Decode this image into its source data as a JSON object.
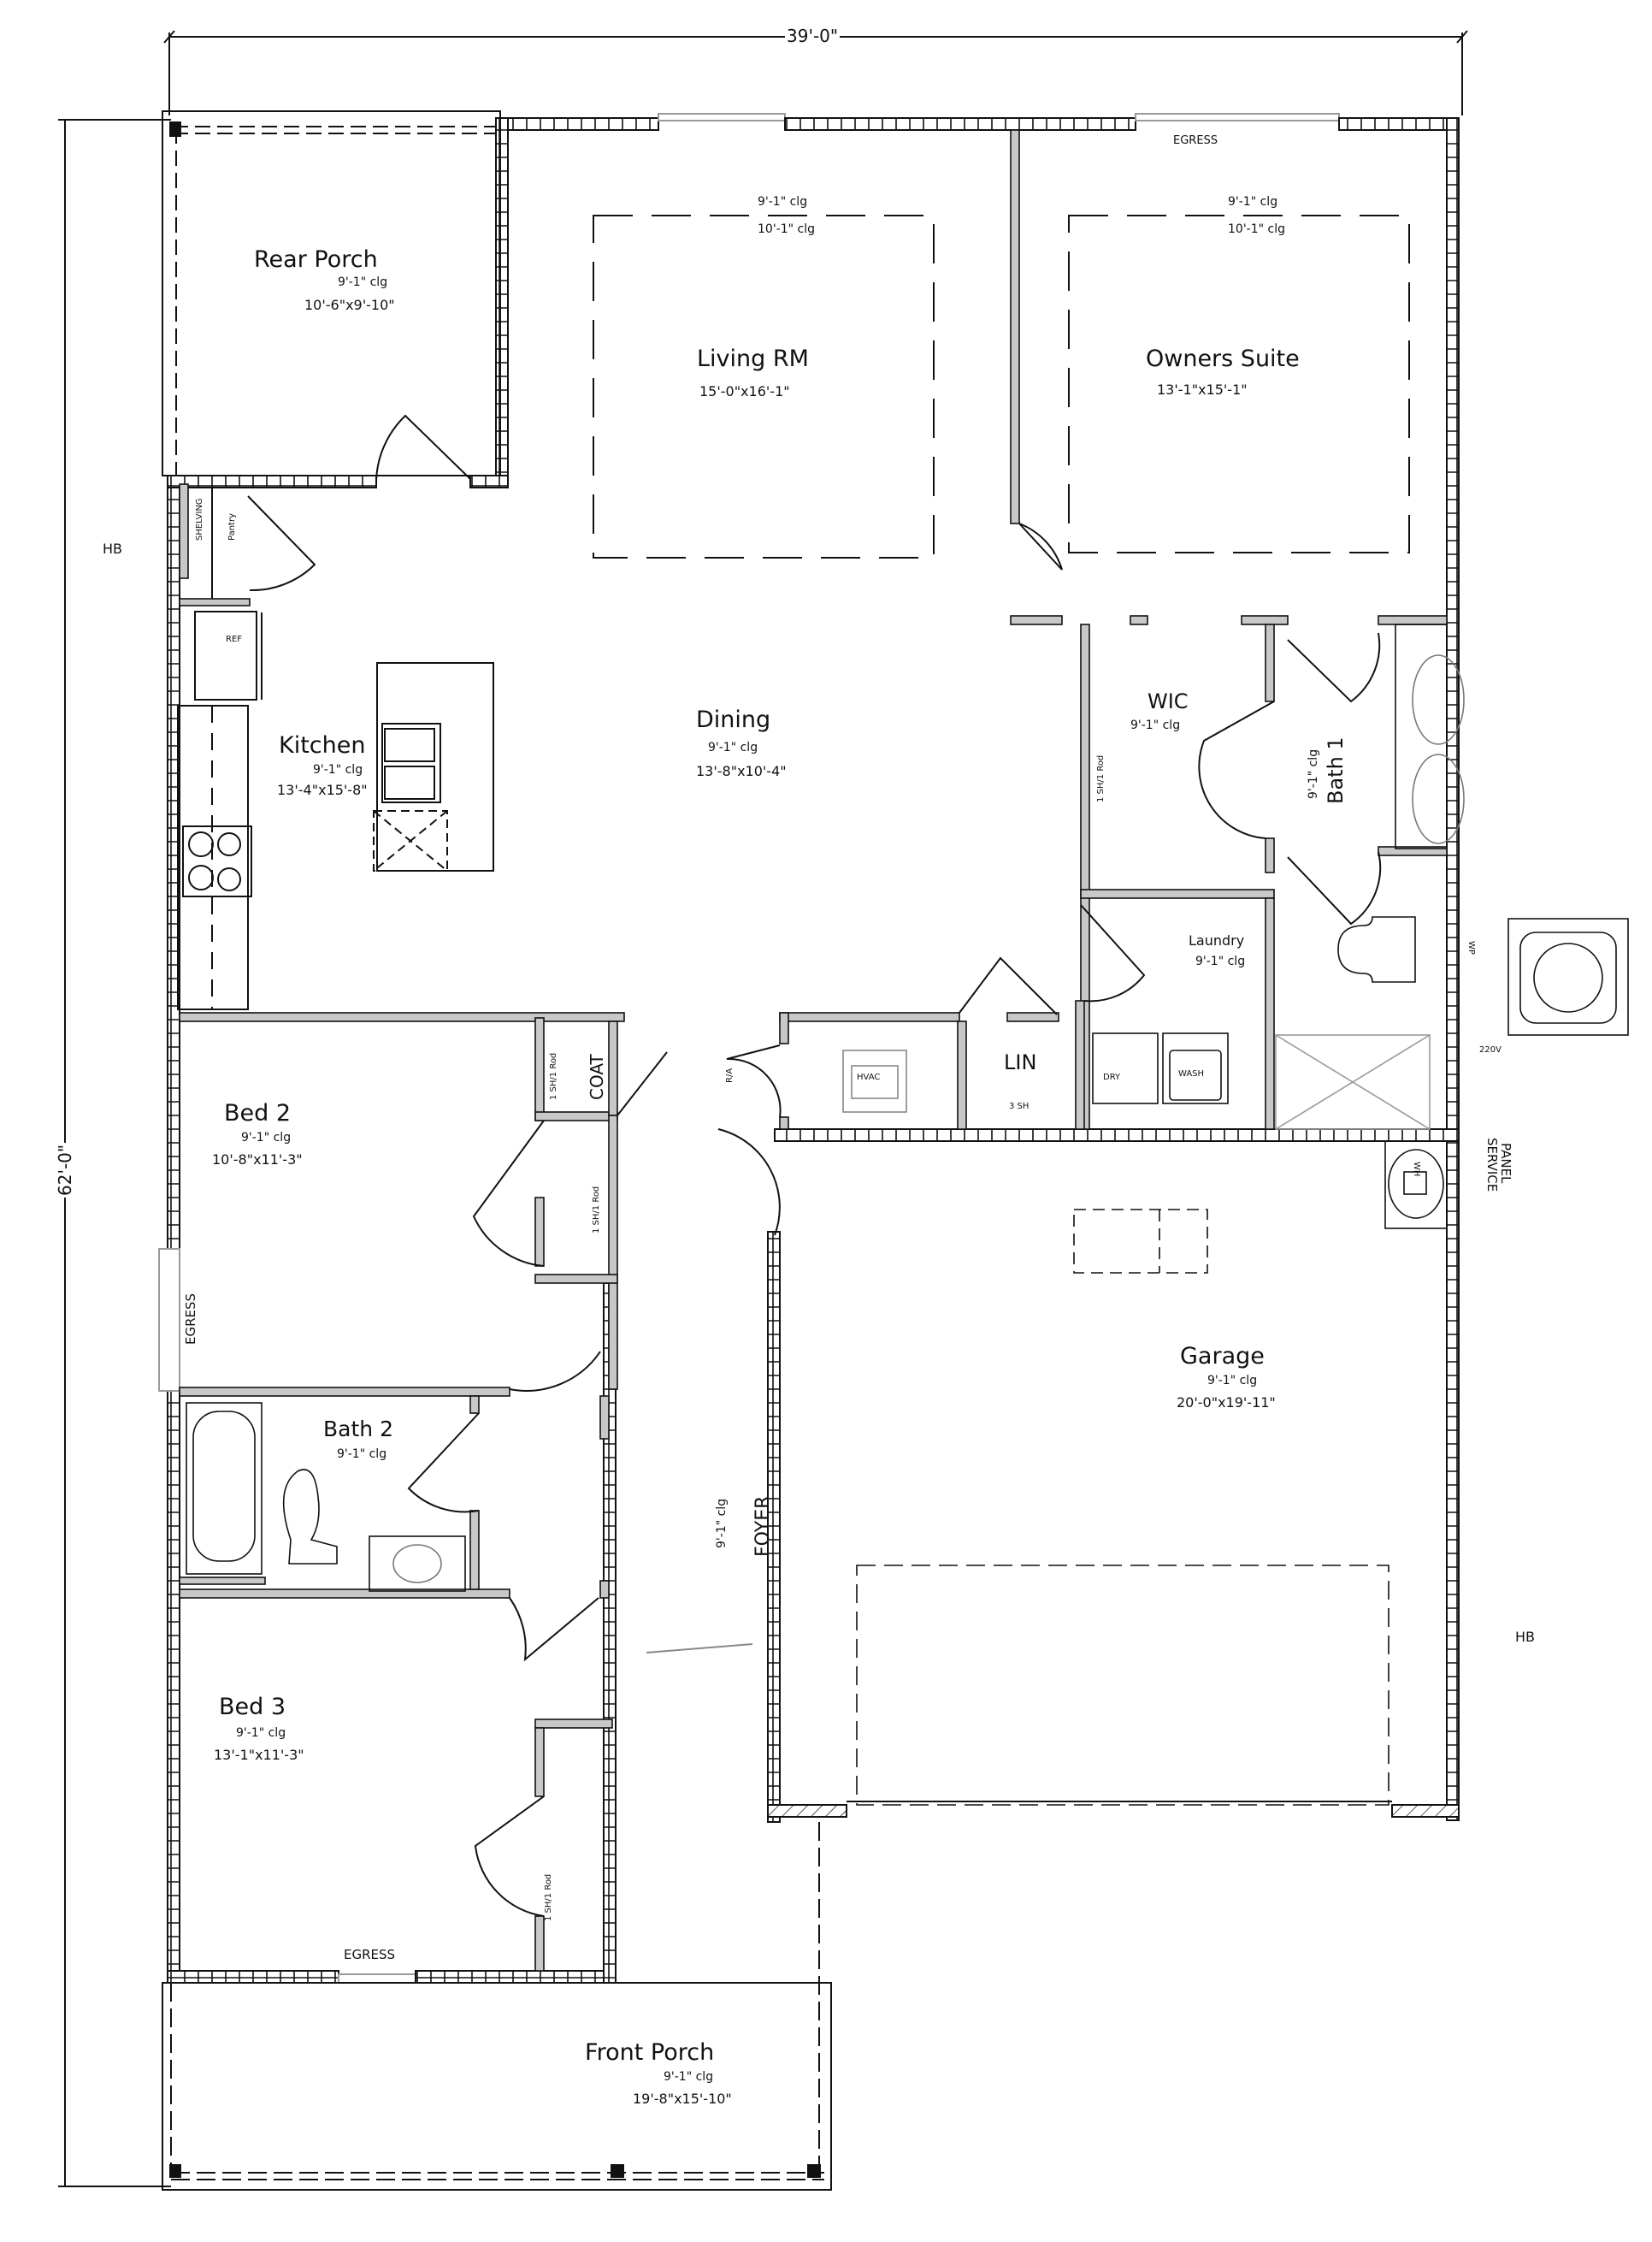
{
  "drawing": {
    "type": "floor-plan",
    "overall_width": "39'-0\"",
    "overall_depth": "62'-0\"",
    "colors": {
      "line": "#111111",
      "wall_fill": "#c8c8c8",
      "window": "#9a9a9a",
      "background": "#ffffff"
    }
  },
  "rooms": {
    "rear_porch": {
      "name": "Rear Porch",
      "clg": "9'-1\" clg",
      "dim": "10'-6\"x9'-10\""
    },
    "living": {
      "name": "Living RM",
      "clg_upper": "9'-1\" clg",
      "clg_lower": "10'-1\" clg",
      "dim": "15'-0\"x16'-1\""
    },
    "owners": {
      "name": "Owners Suite",
      "clg_upper": "9'-1\" clg",
      "clg_lower": "10'-1\" clg",
      "dim": "13'-1\"x15'-1\""
    },
    "kitchen": {
      "name": "Kitchen",
      "clg": "9'-1\" clg",
      "dim": "13'-4\"x15'-8\""
    },
    "dining": {
      "name": "Dining",
      "clg": "9'-1\" clg",
      "dim": "13'-8\"x10'-4\""
    },
    "wic": {
      "name": "WIC",
      "clg": "9'-1\" clg"
    },
    "bath1": {
      "name": "Bath 1",
      "clg": "9'-1\" clg"
    },
    "laundry": {
      "name": "Laundry",
      "clg": "9'-1\" clg"
    },
    "lin": {
      "name": "LIN",
      "shelves": "3 SH"
    },
    "bed2": {
      "name": "Bed 2",
      "clg": "9'-1\" clg",
      "dim": "10'-8\"x11'-3\""
    },
    "bath2": {
      "name": "Bath 2",
      "clg": "9'-1\" clg"
    },
    "bed3": {
      "name": "Bed 3",
      "clg": "9'-1\" clg",
      "dim": "13'-1\"x11'-3\""
    },
    "foyer": {
      "name": "FOYER",
      "clg": "9'-1\" clg"
    },
    "garage": {
      "name": "Garage",
      "clg": "9'-1\" clg",
      "dim": "20'-0\"x19'-11\""
    },
    "front_porch": {
      "name": "Front Porch",
      "clg": "9'-1\" clg",
      "dim": "19'-8\"x15'-10\""
    },
    "coat": {
      "name": "COAT"
    }
  },
  "annotations": {
    "egress": "EGRESS",
    "hose_bib": "HB",
    "shelving": "SHELVING",
    "pantry": "Pantry",
    "refrigerator": "REF",
    "closet_rod": "1 SH/1 Rod",
    "hvac": "HVAC",
    "return_air": "R/A",
    "dryer": "DRY",
    "washer": "WASH",
    "water_heater": "WH",
    "voltage": "220V",
    "weatherproof": "WP",
    "panel_line1": "PANEL",
    "panel_line2": "SERVICE"
  }
}
